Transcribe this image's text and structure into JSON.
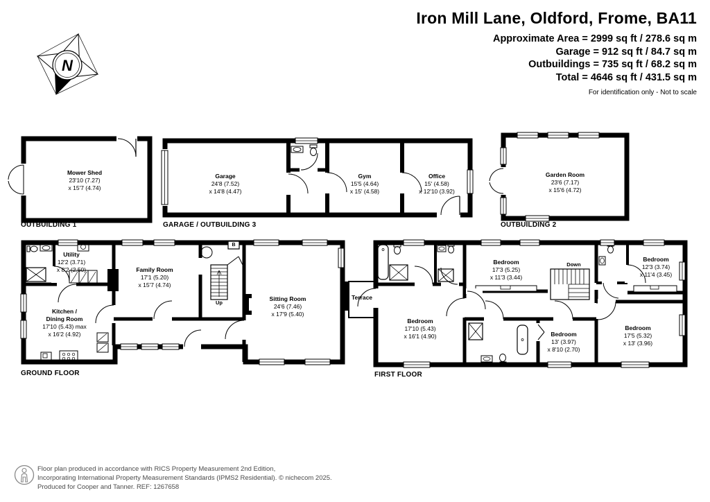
{
  "header": {
    "title": "Iron Mill Lane, Oldford, Frome, BA11",
    "area_lines": [
      "Approximate Area = 2999 sq ft / 278.6 sq m",
      "Garage = 912 sq ft / 84.7 sq m",
      "Outbuildings = 735 sq ft / 68.2 sq m",
      "Total = 4646 sq ft / 431.5 sq m"
    ],
    "disclaimer": "For identification only - Not to scale"
  },
  "compass": {
    "label": "N"
  },
  "plans": {
    "outbuilding1": {
      "label": "OUTBUILDING 1",
      "rooms": {
        "mower_shed": {
          "name": "Mower Shed",
          "dims": "23'10 (7.27)\nx 15'7 (4.74)"
        }
      }
    },
    "garage_outbuilding3": {
      "label": "GARAGE / OUTBUILDING 3",
      "rooms": {
        "garage": {
          "name": "Garage",
          "dims": "24'8 (7.52)\nx 14'8 (4.47)"
        },
        "gym": {
          "name": "Gym",
          "dims": "15'5 (4.64)\nx 15' (4.58)"
        },
        "office": {
          "name": "Office",
          "dims": "15' (4.58)\nx 12'10 (3.92)"
        }
      }
    },
    "outbuilding2": {
      "label": "OUTBUILDING 2",
      "rooms": {
        "garden_room": {
          "name": "Garden Room",
          "dims": "23'6 (7.17)\nx 15'6 (4.72)"
        }
      }
    },
    "ground_floor": {
      "label": "GROUND FLOOR",
      "rooms": {
        "utility": {
          "name": "Utility",
          "dims": "12'2 (3.71)\nx 8'2 (2.50)"
        },
        "kitchen_dining": {
          "name": "Kitchen /\nDining Room",
          "dims": "17'10 (5.43) max\nx 16'2 (4.92)"
        },
        "family_room": {
          "name": "Family Room",
          "dims": "17'1 (5.20)\nx 15'7 (4.74)"
        },
        "sitting_room": {
          "name": "Sitting Room",
          "dims": "24'6 (7.46)\nx 17'9 (5.40)"
        }
      },
      "annotations": {
        "up": "Up",
        "boiler": "B"
      }
    },
    "first_floor": {
      "label": "FIRST FLOOR",
      "rooms": {
        "terrace": {
          "name": "Terrace"
        },
        "bedroom_main": {
          "name": "Bedroom",
          "dims": "17'10 (5.43)\nx 16'1 (4.90)"
        },
        "bedroom_2": {
          "name": "Bedroom",
          "dims": "17'3 (5.25)\nx 11'3 (3.44)"
        },
        "bedroom_3": {
          "name": "Bedroom",
          "dims": "13' (3.97)\nx 8'10 (2.70)"
        },
        "bedroom_4": {
          "name": "Bedroom",
          "dims": "12'3 (3.74)\nx 11'4 (3.45)"
        },
        "bedroom_5": {
          "name": "Bedroom",
          "dims": "17'5 (5.32)\nx 13' (3.96)"
        }
      },
      "annotations": {
        "down": "Down"
      }
    }
  },
  "footer": {
    "lines": [
      "Floor plan produced in accordance with RICS Property Measurement 2nd Edition,",
      "Incorporating International Property Measurement Standards (IPMS2 Residential).   © nichecom 2025.",
      "Produced for Cooper and Tanner.   REF:  1267658"
    ]
  }
}
